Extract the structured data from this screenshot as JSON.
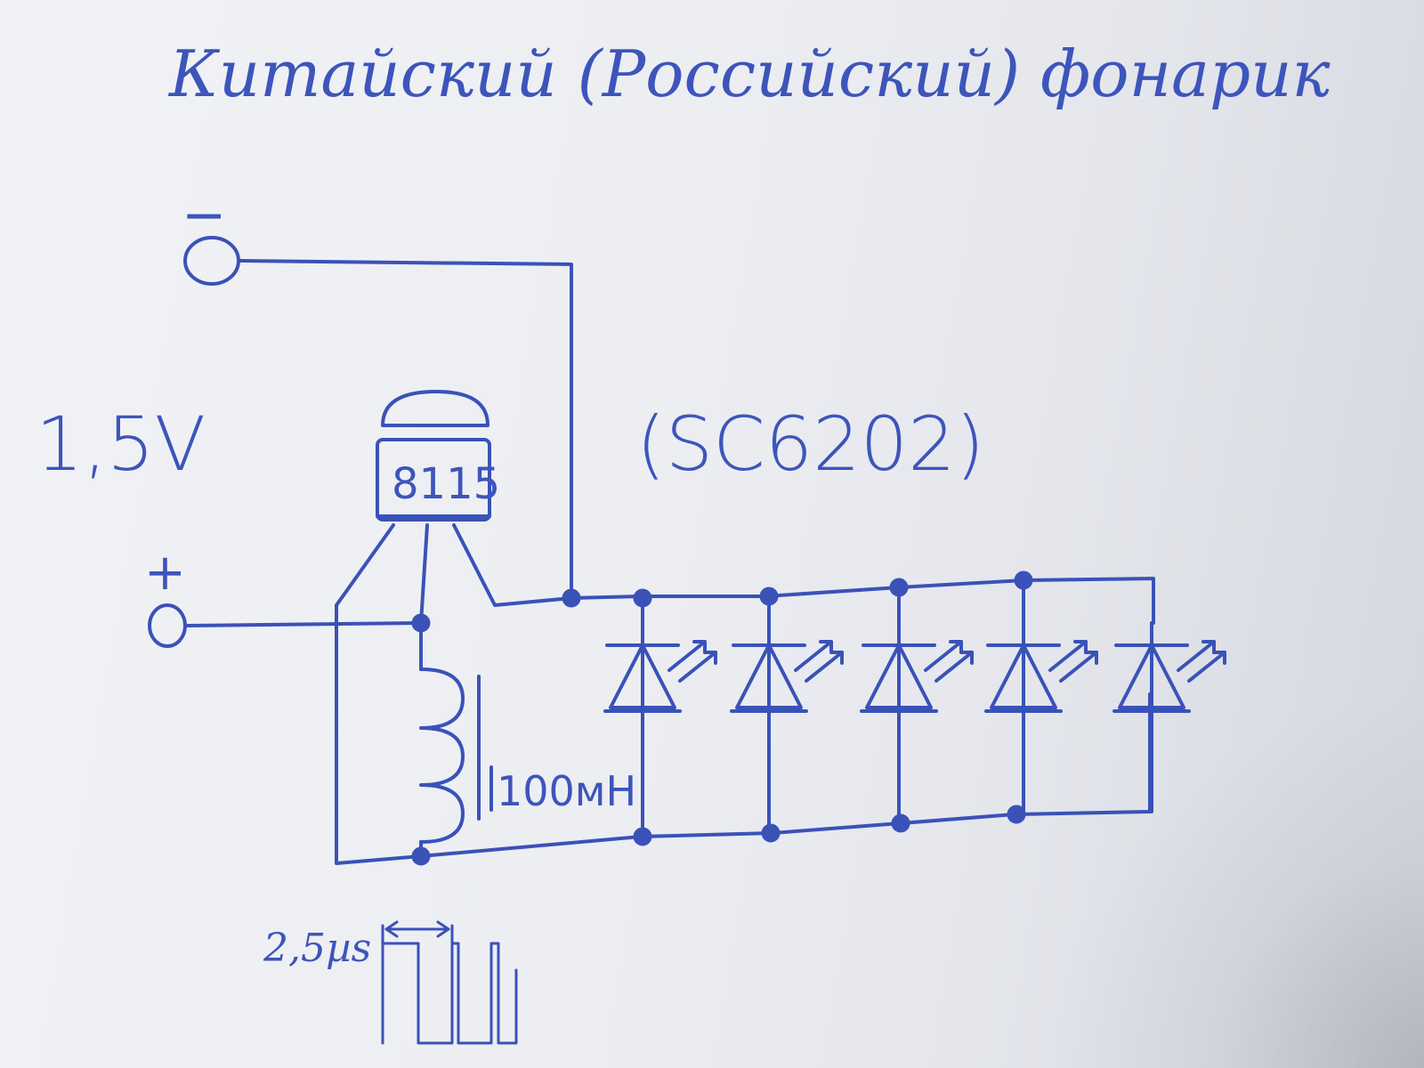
{
  "title": "Китайский (Российский) фонарик",
  "chip_label": "(SC6202)",
  "voltage_label": "1,5V",
  "terminal_minus": "−",
  "terminal_plus": "+",
  "transistor_label": "8115",
  "inductor_label": "100мН",
  "pulse_label": "2,5µs",
  "led_count": 5,
  "colors": {
    "ink": "#3a52b8",
    "paper": "#eceef2"
  }
}
